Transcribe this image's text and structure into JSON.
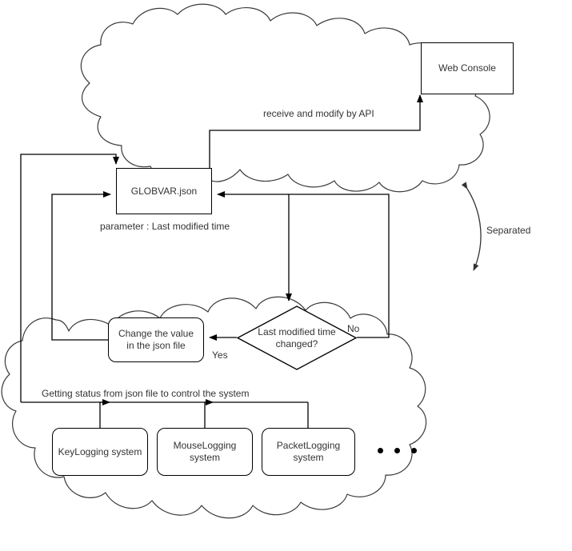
{
  "diagram": {
    "type": "flowchart",
    "title_text": "",
    "clouds": [
      {
        "name": "upper-cloud",
        "label": ""
      },
      {
        "name": "lower-cloud",
        "label": ""
      }
    ],
    "nodes": [
      {
        "id": "web-console",
        "shape": "rect",
        "label": "Web Console"
      },
      {
        "id": "globvar-json",
        "shape": "rect",
        "label": "GLOBVAR.json"
      },
      {
        "id": "change-value",
        "shape": "rounded-rect",
        "label": "Change the value in the json file"
      },
      {
        "id": "decision",
        "shape": "diamond",
        "label": "Last modified time changed?"
      },
      {
        "id": "keylogging",
        "shape": "rounded-rect",
        "label": "KeyLogging system"
      },
      {
        "id": "mouselogging",
        "shape": "rounded-rect",
        "label": "MouseLogging system"
      },
      {
        "id": "packetlogging",
        "shape": "rounded-rect",
        "label": "PacketLogging system"
      }
    ],
    "edge_labels": {
      "api": "receive and modify by API",
      "parameter": "parameter : Last modified time",
      "separated": "Separated",
      "yes": "Yes",
      "no": "No",
      "getting_status": "Getting status from json file to control the system"
    },
    "ellipsis": "• • •",
    "colors": {
      "stroke": "#000000",
      "cloud_stroke": "#333333",
      "text": "#333333",
      "background": "#ffffff"
    }
  }
}
